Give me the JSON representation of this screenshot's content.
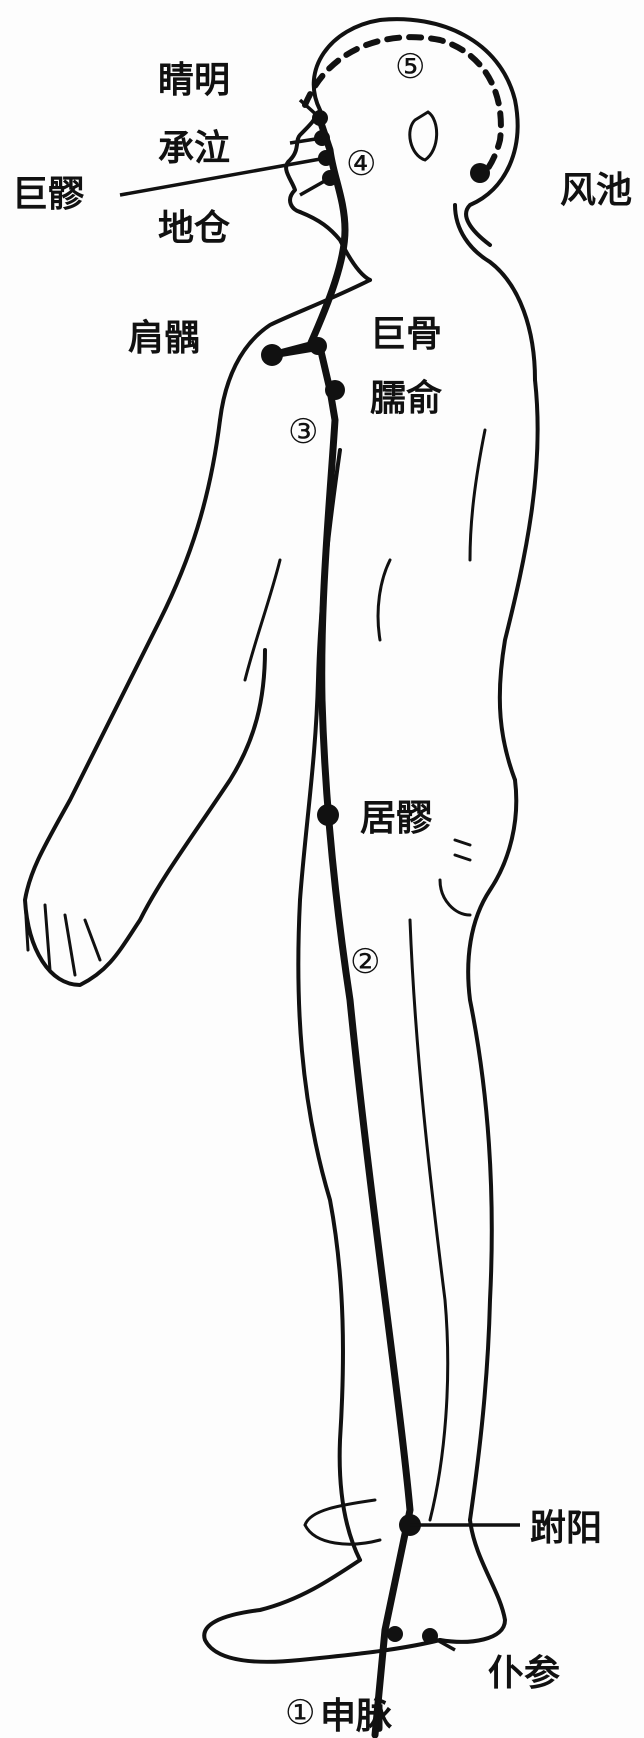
{
  "figure": {
    "points": [
      {
        "id": "jingming",
        "label": "睛明"
      },
      {
        "id": "chengqi",
        "label": "承泣"
      },
      {
        "id": "juliao_face",
        "label": "巨髎"
      },
      {
        "id": "dicang",
        "label": "地仓"
      },
      {
        "id": "fengchi",
        "label": "风池"
      },
      {
        "id": "jianyu",
        "label": "肩髃"
      },
      {
        "id": "jugu",
        "label": "巨骨"
      },
      {
        "id": "naoshu",
        "label": "臑俞"
      },
      {
        "id": "juliao_hip",
        "label": "居髎"
      },
      {
        "id": "fuyang",
        "label": "跗阳"
      },
      {
        "id": "pucan",
        "label": "仆参"
      },
      {
        "id": "shenmai",
        "label": "申脉"
      }
    ],
    "segments": [
      "①",
      "②",
      "③",
      "④",
      "⑤"
    ]
  }
}
